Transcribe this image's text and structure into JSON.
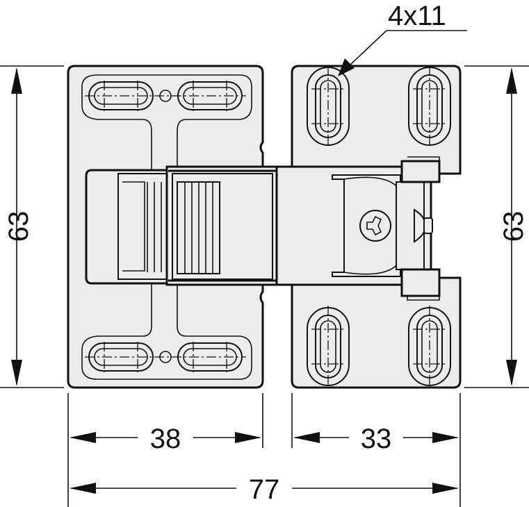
{
  "dimensions": {
    "hole_callout": "4x11",
    "height_left": "63",
    "height_right": "63",
    "width_left_plate": "38",
    "width_right_plate": "33",
    "overall_width": "77"
  },
  "colors": {
    "line": "#111111",
    "fill": "#ececec",
    "background": "#ffffff"
  }
}
